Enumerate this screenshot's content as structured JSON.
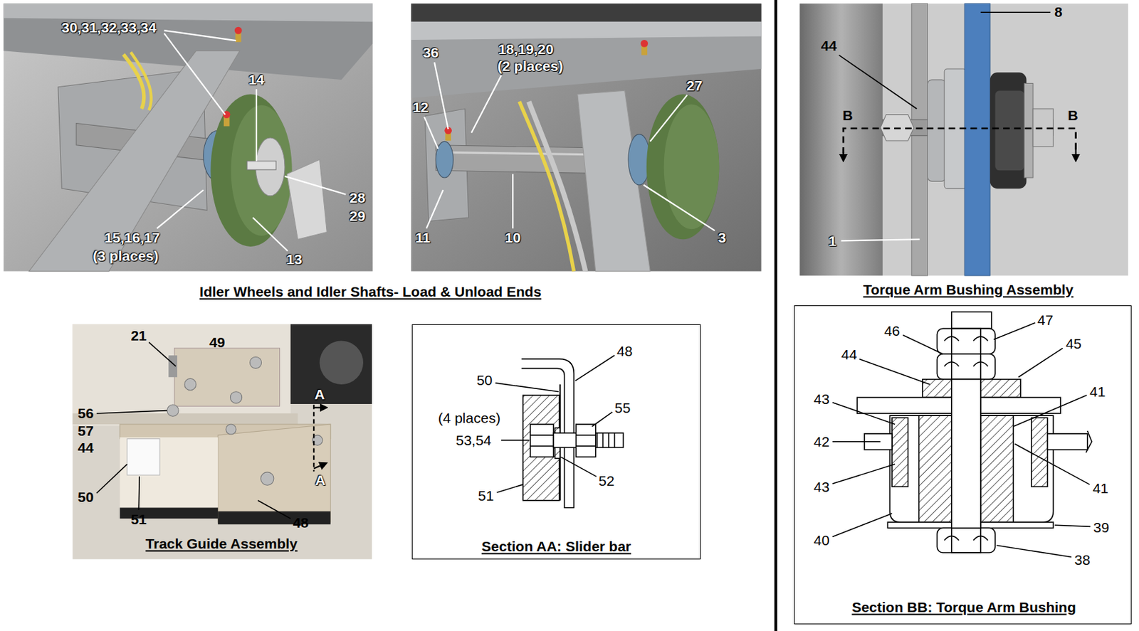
{
  "diagram": {
    "nodes": [
      {
        "text": [
          "Track Guide  Assembly"
        ]
      },
      {
        "text": [
          "Section AA: Slider bar"
        ]
      },
      {
        "text": [
          "Torque Arm Bushing Assembly"
        ]
      },
      {
        "text": [
          "Section BB: Torque Arm Bushing"
        ]
      }
    ],
    "labels": [
      "30,31,32,33,34",
      "14",
      "28",
      "29",
      "15,16,17",
      "(3 places)",
      "13",
      "36",
      "18,19,20",
      "(2 places)",
      "12",
      "27",
      "11",
      "10",
      "3",
      "Idler Wheels and Idler Shafts- Load & Unload Ends",
      "8",
      "44",
      "B",
      "B",
      "1",
      "47",
      "46",
      "45",
      "44",
      "43",
      "41",
      "42",
      "43",
      "41",
      "40",
      "39",
      "38",
      "21",
      "49",
      "A",
      "56",
      "57",
      "44",
      "A",
      "50",
      "51",
      "48",
      "48",
      "50",
      "(4 places)",
      "55",
      "53,54",
      "52",
      "51"
    ]
  }
}
